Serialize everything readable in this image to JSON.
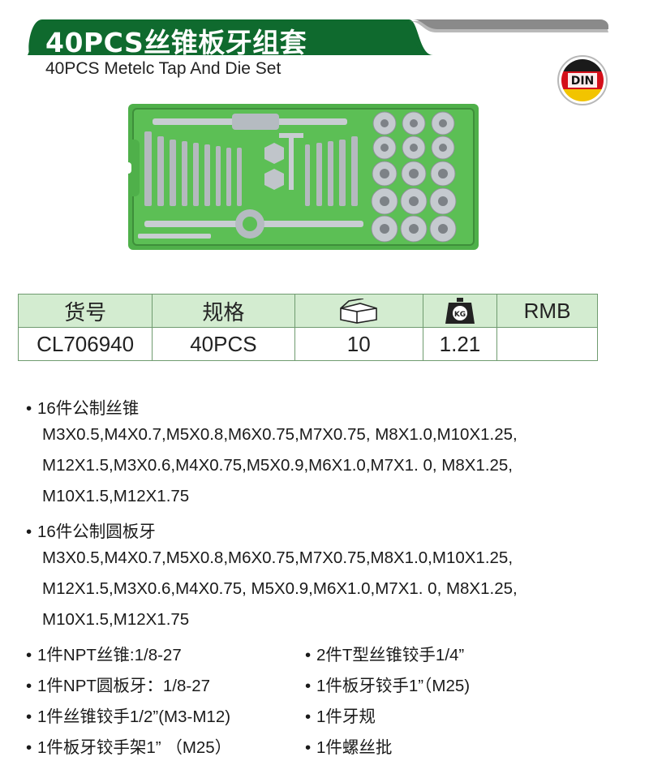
{
  "header": {
    "title_cn": "40PCS丝锥板牙组套",
    "title_en": "40PCS Metelc Tap And Die Set",
    "badge_text": "DIN",
    "colors": {
      "header_green": "#0f6a2e",
      "header_grey": "#8c8c8c",
      "box_green": "#4fb04a"
    }
  },
  "spec_table": {
    "headers": [
      "货号",
      "规格",
      "box-icon",
      "scale-icon",
      "RMB"
    ],
    "scale_label": "KG",
    "values": [
      "CL706940",
      "40PCS",
      "10",
      "1.21",
      ""
    ]
  },
  "bullet": "•",
  "contents": {
    "group1_title": "16件公制丝锥",
    "group1_lines": [
      "M3X0.5,M4X0.7,M5X0.8,M6X0.75,M7X0.75, M8X1.0,M10X1.25,",
      "M12X1.5,M3X0.6,M4X0.75,M5X0.9,M6X1.0,M7X1. 0, M8X1.25,",
      "M10X1.5,M12X1.75"
    ],
    "group2_title": "16件公制圆板牙",
    "group2_lines": [
      "M3X0.5,M4X0.7,M5X0.8,M6X0.75,M7X0.75,M8X1.0,M10X1.25,",
      "M12X1.5,M3X0.6,M4X0.75, M5X0.9,M6X1.0,M7X1. 0, M8X1.25,",
      "M10X1.5,M12X1.75"
    ],
    "left_items": [
      "1件NPT丝锥:1/8-27",
      "1件NPT圆板牙：1/8-27",
      "1件丝锥铰手1/2”(M3-M12)",
      "1件板牙铰手架1”  （M25）"
    ],
    "right_items": [
      "2件T型丝锥铰手1/4”",
      "1件板牙铰手1”（M25)",
      "1件牙规",
      "1件螺丝批"
    ]
  }
}
